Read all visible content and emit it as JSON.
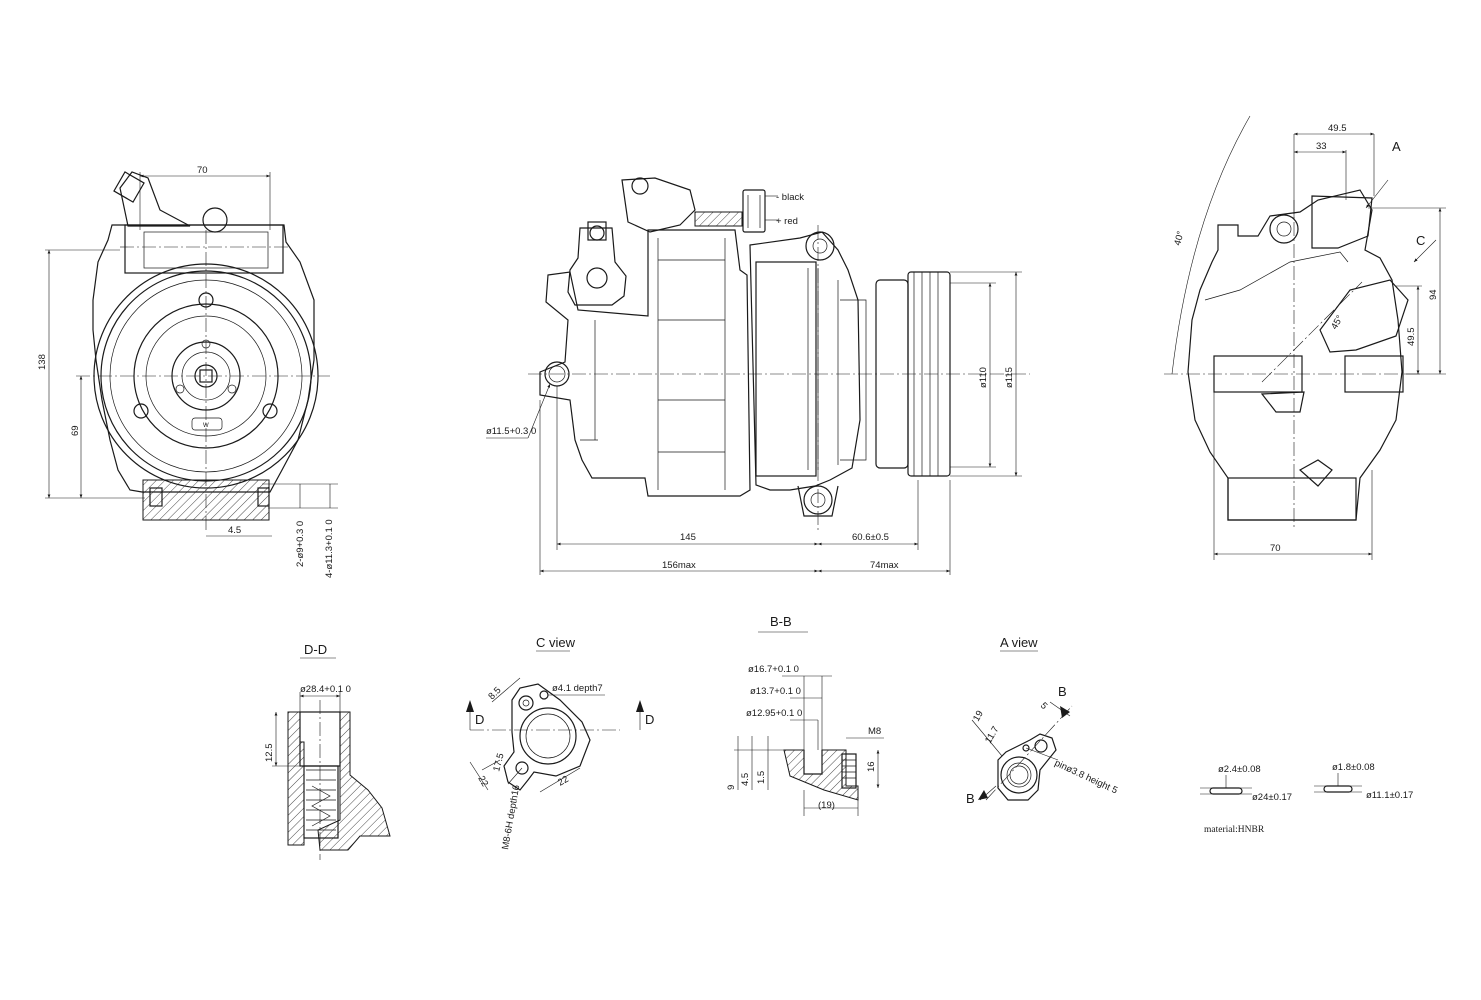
{
  "left_view": {
    "width": "70",
    "height": "138",
    "center_height": "69",
    "hole_offset": "4.5",
    "hole_2": "2-ø9+0.3 0",
    "hole_4": "4-ø11.3+0.1 0",
    "clutch_mark": "W"
  },
  "front_view": {
    "wire_black": "- black",
    "wire_red": "+ red",
    "mount_hole": "ø11.5+0.3 0",
    "pulley_d1": "ø110",
    "pulley_d2": "ø115",
    "len_body": "145",
    "len_body_max": "156max",
    "len_pulley": "60.6±0.5",
    "len_pulley_max": "74max"
  },
  "right_view": {
    "dim_49_5_top": "49.5",
    "dim_33": "33",
    "arrow_a": "A",
    "arrow_c": "C",
    "angle_40": "40°",
    "angle_45": "45°",
    "dim_94": "94",
    "dim_49_5_side": "49.5",
    "width": "70"
  },
  "section_dd": {
    "title": "D-D",
    "bore": "ø28.4+0.1 0",
    "depth": "12.5"
  },
  "c_view": {
    "title": "C view",
    "hole": "ø4.1 depth7",
    "thread": "M8-6H depth16",
    "dim_8_5": "8.5",
    "dim_17_5": "17.5",
    "dim_22a": "22",
    "dim_22b": "22",
    "label_d_left": "D",
    "label_d_right": "D"
  },
  "section_bb": {
    "title": "B-B",
    "d1": "ø16.7+0.1 0",
    "d2": "ø13.7+0.1 0",
    "d3": "ø12.95+0.1 0",
    "thread": "M8",
    "h9": "9",
    "h4_5": "4.5",
    "h1_5": "1.5",
    "h16": "16",
    "ref19": "(19)"
  },
  "a_view": {
    "title": "A view",
    "dim_19": "19",
    "dim_11_7": "11.7",
    "dim_5": "5",
    "pin": "pinø3.8 height 5",
    "label_b_top": "B",
    "label_b_bottom": "B"
  },
  "orings": {
    "ring1_cs": "ø2.4±0.08",
    "ring1_id": "ø24±0.17",
    "ring2_cs": "ø1.8±0.08",
    "ring2_id": "ø11.1±0.17",
    "material": "material:HNBR"
  }
}
